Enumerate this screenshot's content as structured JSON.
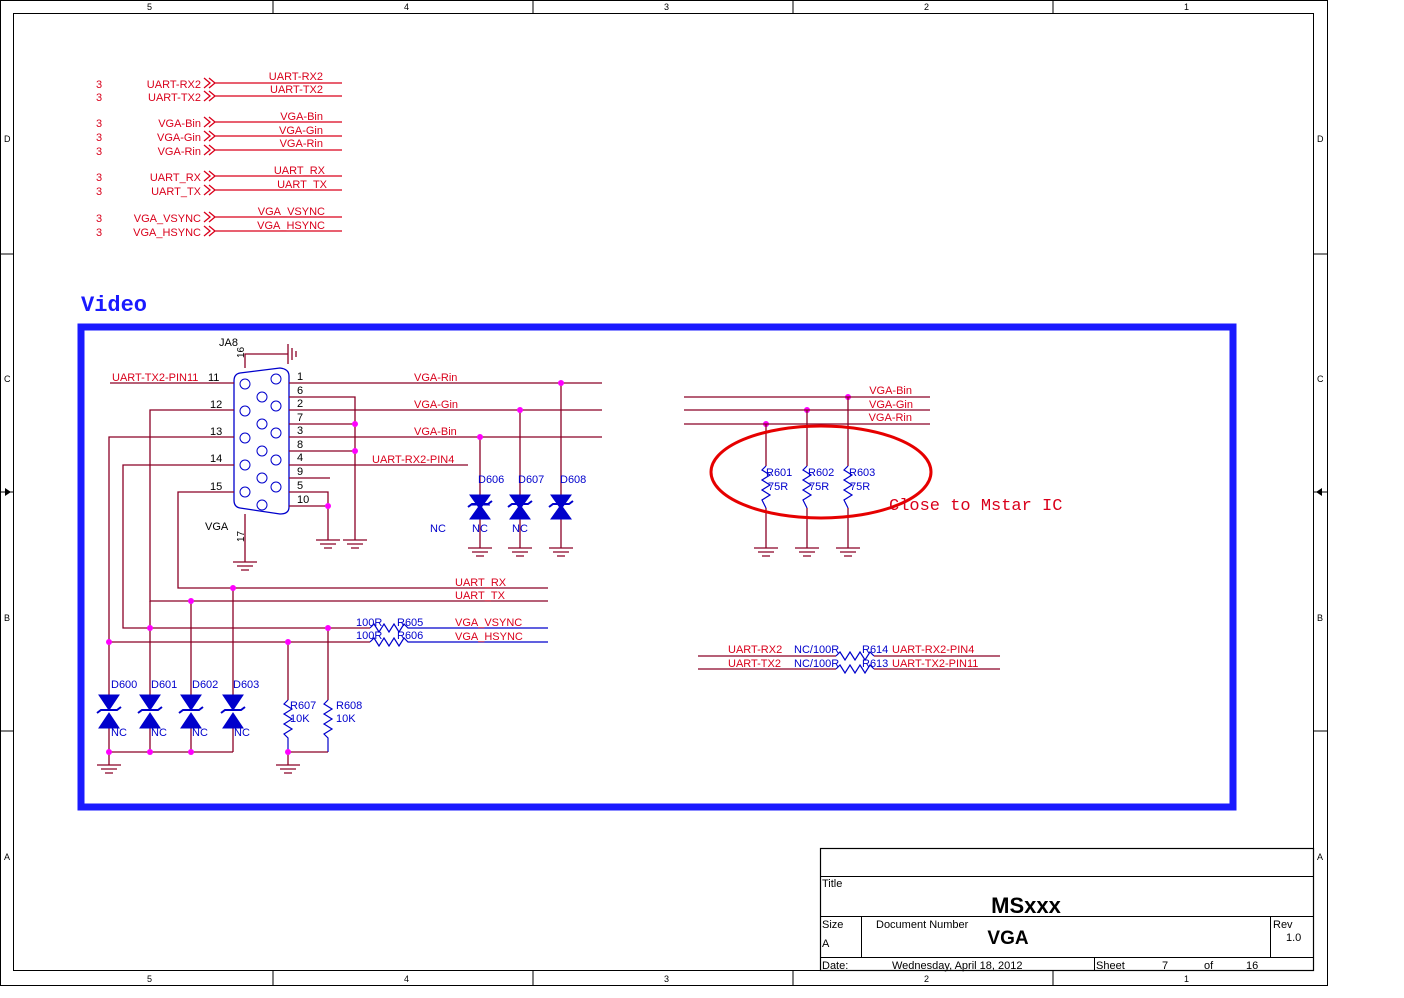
{
  "border": {
    "columns": [
      "5",
      "4",
      "3",
      "2",
      "1"
    ],
    "rows": [
      "D",
      "C",
      "B",
      "A"
    ]
  },
  "offpage": {
    "groups": [
      [
        {
          "num": "3",
          "name": "UART-RX2",
          "wire": "UART-RX2"
        },
        {
          "num": "3",
          "name": "UART-TX2",
          "wire": "UART-TX2"
        }
      ],
      [
        {
          "num": "3",
          "name": "VGA-Bin",
          "wire": "VGA-Bin"
        },
        {
          "num": "3",
          "name": "VGA-Gin",
          "wire": "VGA-Gin"
        },
        {
          "num": "3",
          "name": "VGA-Rin",
          "wire": "VGA-Rin"
        }
      ],
      [
        {
          "num": "3",
          "name": "UART_RX",
          "wire": "UART_RX"
        },
        {
          "num": "3",
          "name": "UART_TX",
          "wire": "UART_TX"
        }
      ],
      [
        {
          "num": "3",
          "name": "VGA_VSYNC",
          "wire": "VGA_VSYNC"
        },
        {
          "num": "3",
          "name": "VGA_HSYNC",
          "wire": "VGA_HSYNC"
        }
      ]
    ]
  },
  "video": {
    "title": "Video",
    "connector": {
      "ref": "JA8",
      "value": "VGA",
      "pins_left": [
        "11",
        "12",
        "13",
        "14",
        "15"
      ],
      "pins_right": [
        "1",
        "6",
        "2",
        "7",
        "3",
        "8",
        "4",
        "9",
        "5",
        "10"
      ],
      "pin_top": "16",
      "pin_bottom": "17"
    },
    "nets": {
      "uart_tx2_pin11": "UART-TX2-PIN11",
      "vga_rin": "VGA-Rin",
      "vga_gin": "VGA-Gin",
      "vga_bin": "VGA-Bin",
      "uart_rx2_pin4": "UART-RX2-PIN4",
      "uart_rx": "UART_RX",
      "uart_tx": "UART_TX",
      "vga_vsync": "VGA_VSYNC",
      "vga_hsync": "VGA_HSYNC"
    },
    "rgb_diodes": [
      {
        "ref": "D606",
        "value": "NC"
      },
      {
        "ref": "D607",
        "value": "NC"
      },
      {
        "ref": "D608",
        "value": ""
      }
    ],
    "nc_label": "NC",
    "sync_resistors": [
      {
        "value": "100R",
        "ref": "R605"
      },
      {
        "value": "100R",
        "ref": "R606"
      }
    ],
    "bottom_diodes": [
      {
        "ref": "D600",
        "value": "NC"
      },
      {
        "ref": "D601",
        "value": "NC"
      },
      {
        "ref": "D602",
        "value": "NC"
      },
      {
        "ref": "D603",
        "value": "NC"
      }
    ],
    "pullups": [
      {
        "ref": "R607",
        "value": "10K"
      },
      {
        "ref": "R608",
        "value": "10K"
      }
    ],
    "term": {
      "nets": [
        "VGA-Bin",
        "VGA-Gin",
        "VGA-Rin"
      ],
      "resistors": [
        {
          "ref": "R601",
          "value": "75R"
        },
        {
          "ref": "R602",
          "value": "75R"
        },
        {
          "ref": "R603",
          "value": "75R"
        }
      ],
      "note": "Close to Mstar IC"
    },
    "uart_links": [
      {
        "left": "UART-RX2",
        "value": "NC/100R",
        "ref": "R614",
        "right": "UART-RX2-PIN4"
      },
      {
        "left": "UART-TX2",
        "value": "NC/100R",
        "ref": "R613",
        "right": "UART-TX2-PIN11"
      }
    ]
  },
  "title_block": {
    "title_label": "Title",
    "title": "MSxxx",
    "size_label": "Size",
    "size": "A",
    "docnum_label": "Document Number",
    "docnum": "VGA",
    "rev_label": "Rev",
    "rev": "1.0",
    "date_label": "Date:",
    "date": "Wednesday, April 18, 2012",
    "sheet_label": "Sheet",
    "sheet": "7",
    "of_label": "of",
    "of": "16"
  }
}
